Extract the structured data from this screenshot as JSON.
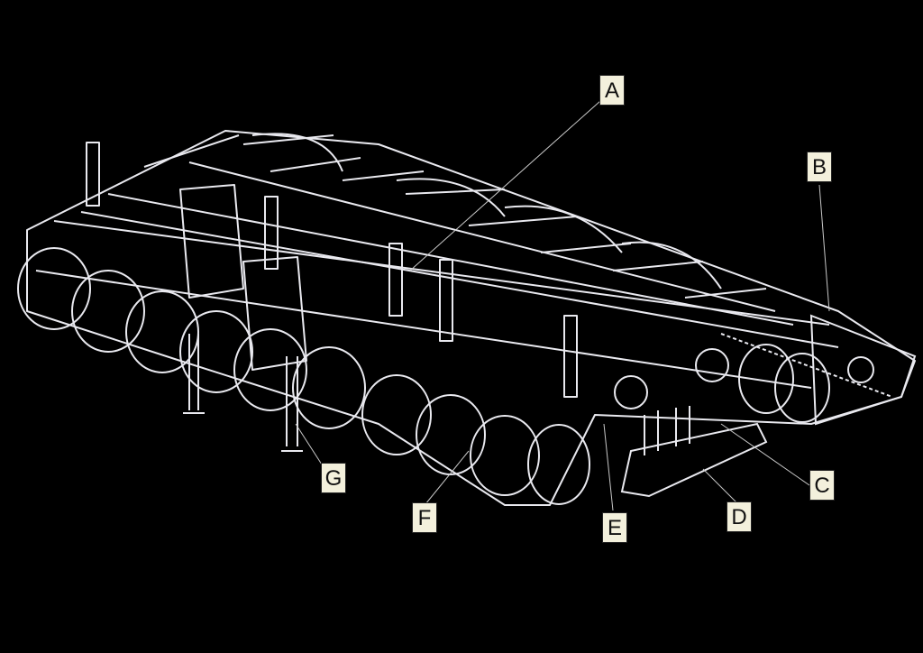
{
  "figure": {
    "background": "#000000",
    "line_color": "#e9e9ef",
    "label_bg": "#f3f0dc",
    "callouts": [
      {
        "id": "A",
        "text": "A"
      },
      {
        "id": "B",
        "text": "B"
      },
      {
        "id": "C",
        "text": "C"
      },
      {
        "id": "D",
        "text": "D"
      },
      {
        "id": "E",
        "text": "E"
      },
      {
        "id": "F",
        "text": "F"
      },
      {
        "id": "G",
        "text": "G"
      }
    ]
  }
}
